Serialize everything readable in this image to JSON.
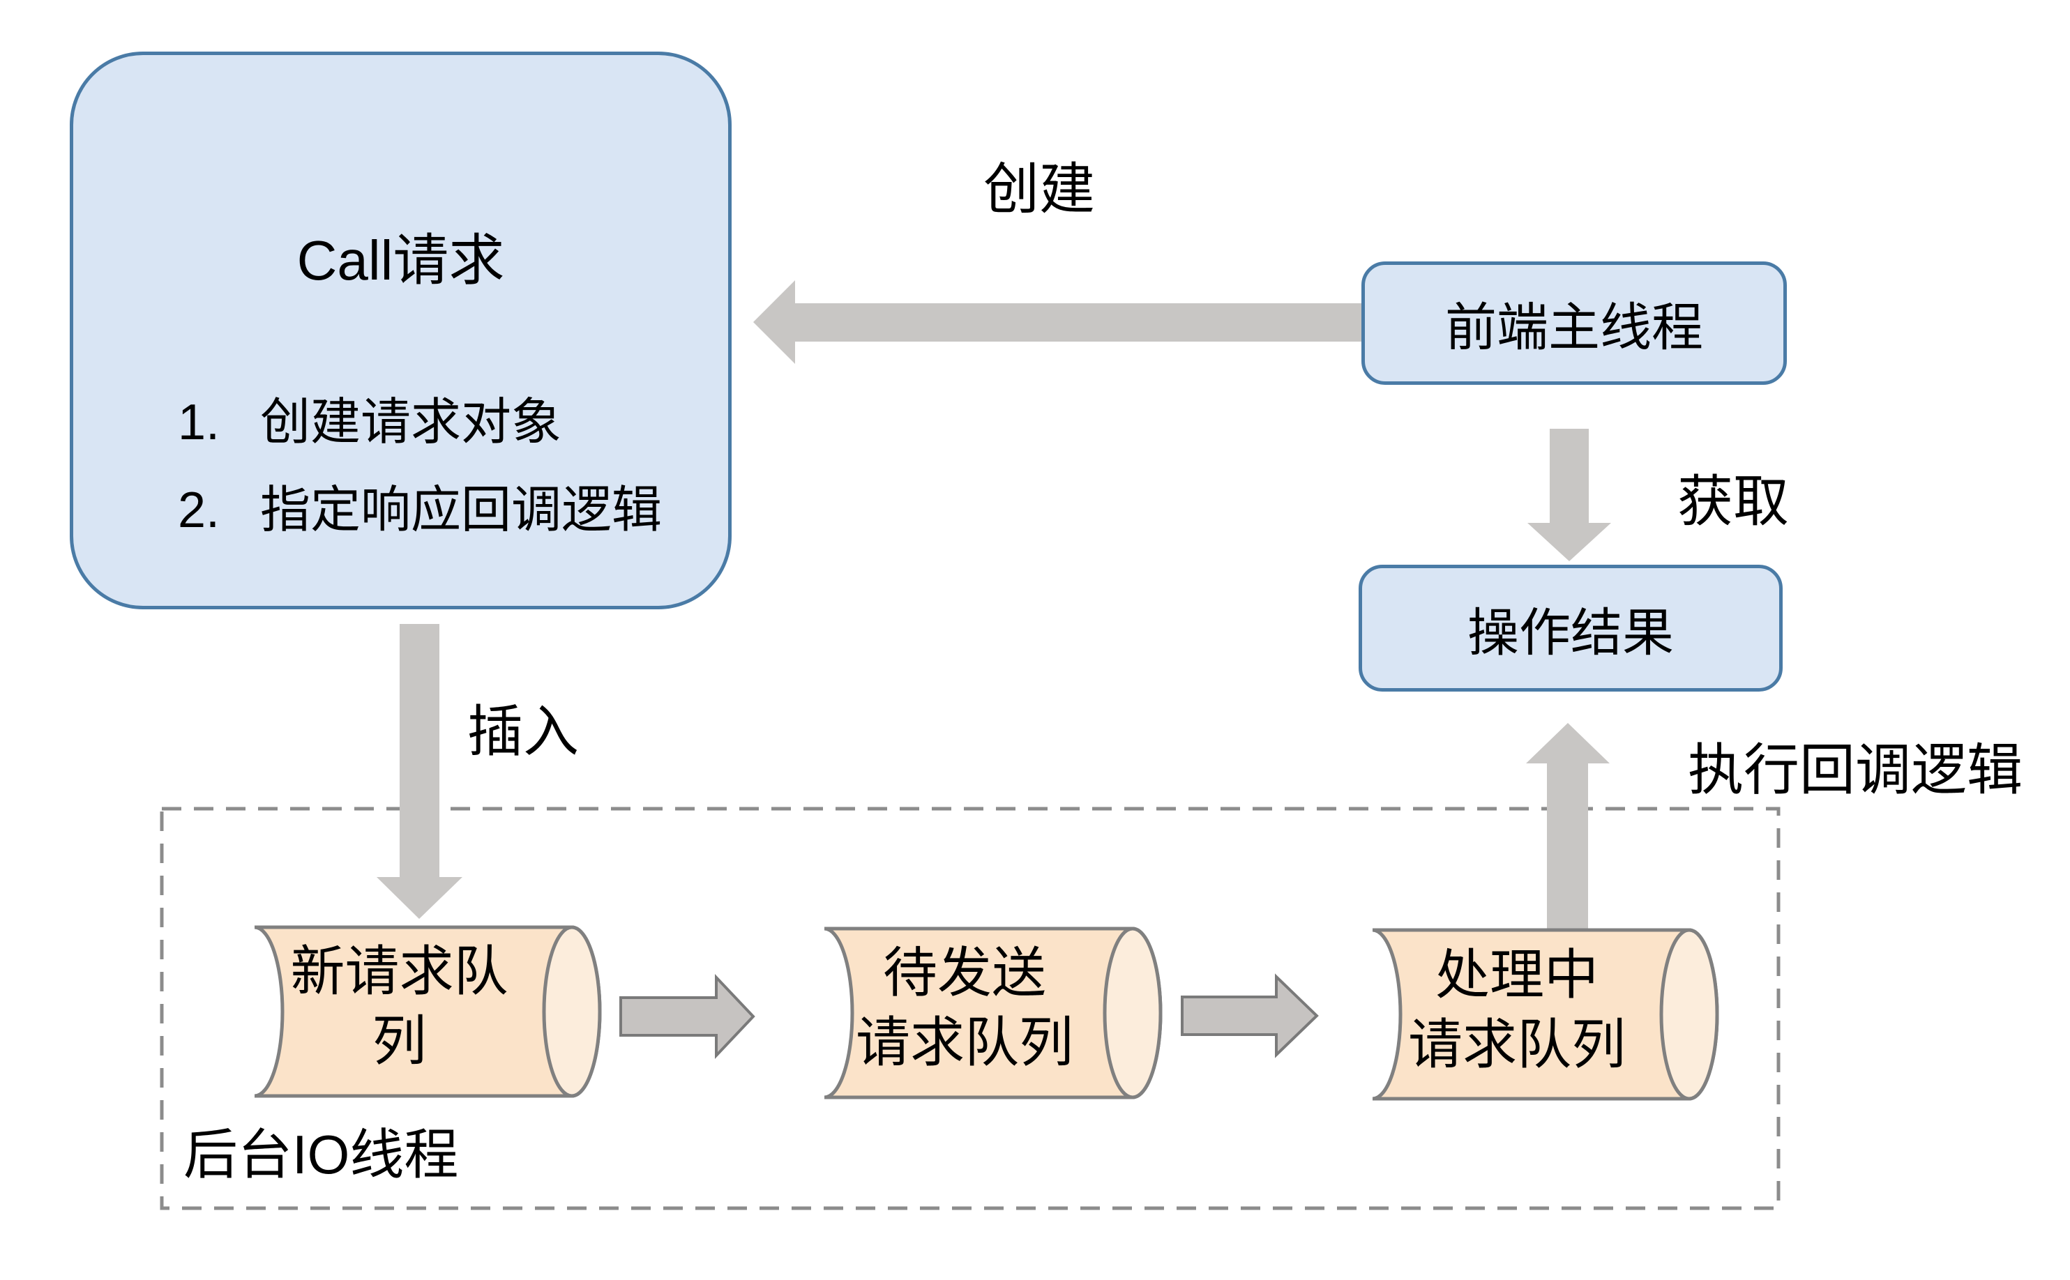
{
  "diagram": {
    "call_box": {
      "title": "Call请求",
      "items": [
        {
          "num": "1.",
          "text": "创建请求对象"
        },
        {
          "num": "2.",
          "text": "指定响应回调逻辑"
        }
      ]
    },
    "boxes": {
      "frontend_main_thread": "前端主线程",
      "operation_result": "操作结果"
    },
    "labels": {
      "create": "创建",
      "get": "获取",
      "insert": "插入",
      "execute_callback": "执行回调逻辑",
      "background_io_thread": "后台IO线程"
    },
    "queues": [
      {
        "line1": "新请求队",
        "line2": "列"
      },
      {
        "line1": "待发送",
        "line2": "请求队列"
      },
      {
        "line1": "处理中",
        "line2": "请求队列"
      }
    ],
    "colors": {
      "blue_box_fill": "#d9e5f4",
      "blue_box_border": "#4a7ba6",
      "cylinder_fill": "#fbe3c9",
      "cylinder_face_fill": "#fceddc",
      "cylinder_border": "#808080",
      "big_arrow": "#c8c6c4",
      "queue_arrow_fill": "#c6c3c1",
      "queue_arrow_border": "#7a7a7a",
      "dashed_border": "#8c8c8c",
      "text": "#000000"
    }
  }
}
